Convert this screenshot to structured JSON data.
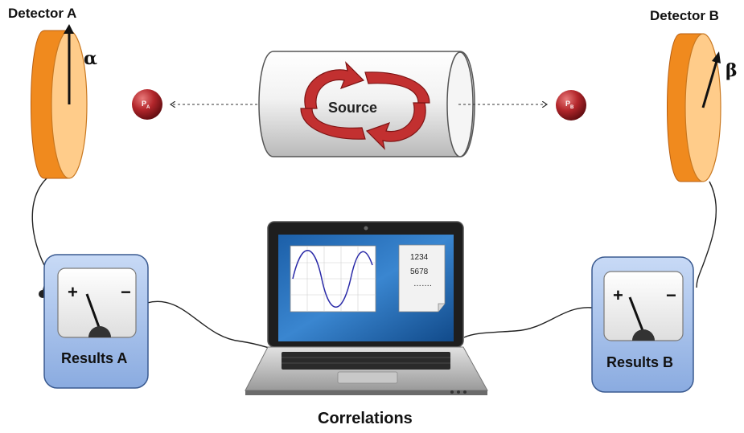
{
  "detector_a": {
    "title": "Detector A",
    "angle_symbol": "α"
  },
  "detector_b": {
    "title": "Detector B",
    "angle_symbol": "β"
  },
  "source": {
    "label": "Source"
  },
  "particle_a": {
    "label": "P",
    "subscript": "A"
  },
  "particle_b": {
    "label": "P",
    "subscript": "B"
  },
  "results_a": {
    "label": "Results A",
    "plus": "+",
    "minus": "−"
  },
  "results_b": {
    "label": "Results B",
    "plus": "+",
    "minus": "−"
  },
  "laptop": {
    "document_lines": [
      "1234",
      "5678",
      "……."
    ]
  },
  "footer": {
    "label": "Correlations"
  },
  "colors": {
    "detector_orange": "#f08a1e",
    "detector_face": "#ffcc8a",
    "meter_blue": "#8fb0e6",
    "particle_red": "#b3262b",
    "arrow_red": "#c23030",
    "wave_blue": "#2a2aa8"
  }
}
